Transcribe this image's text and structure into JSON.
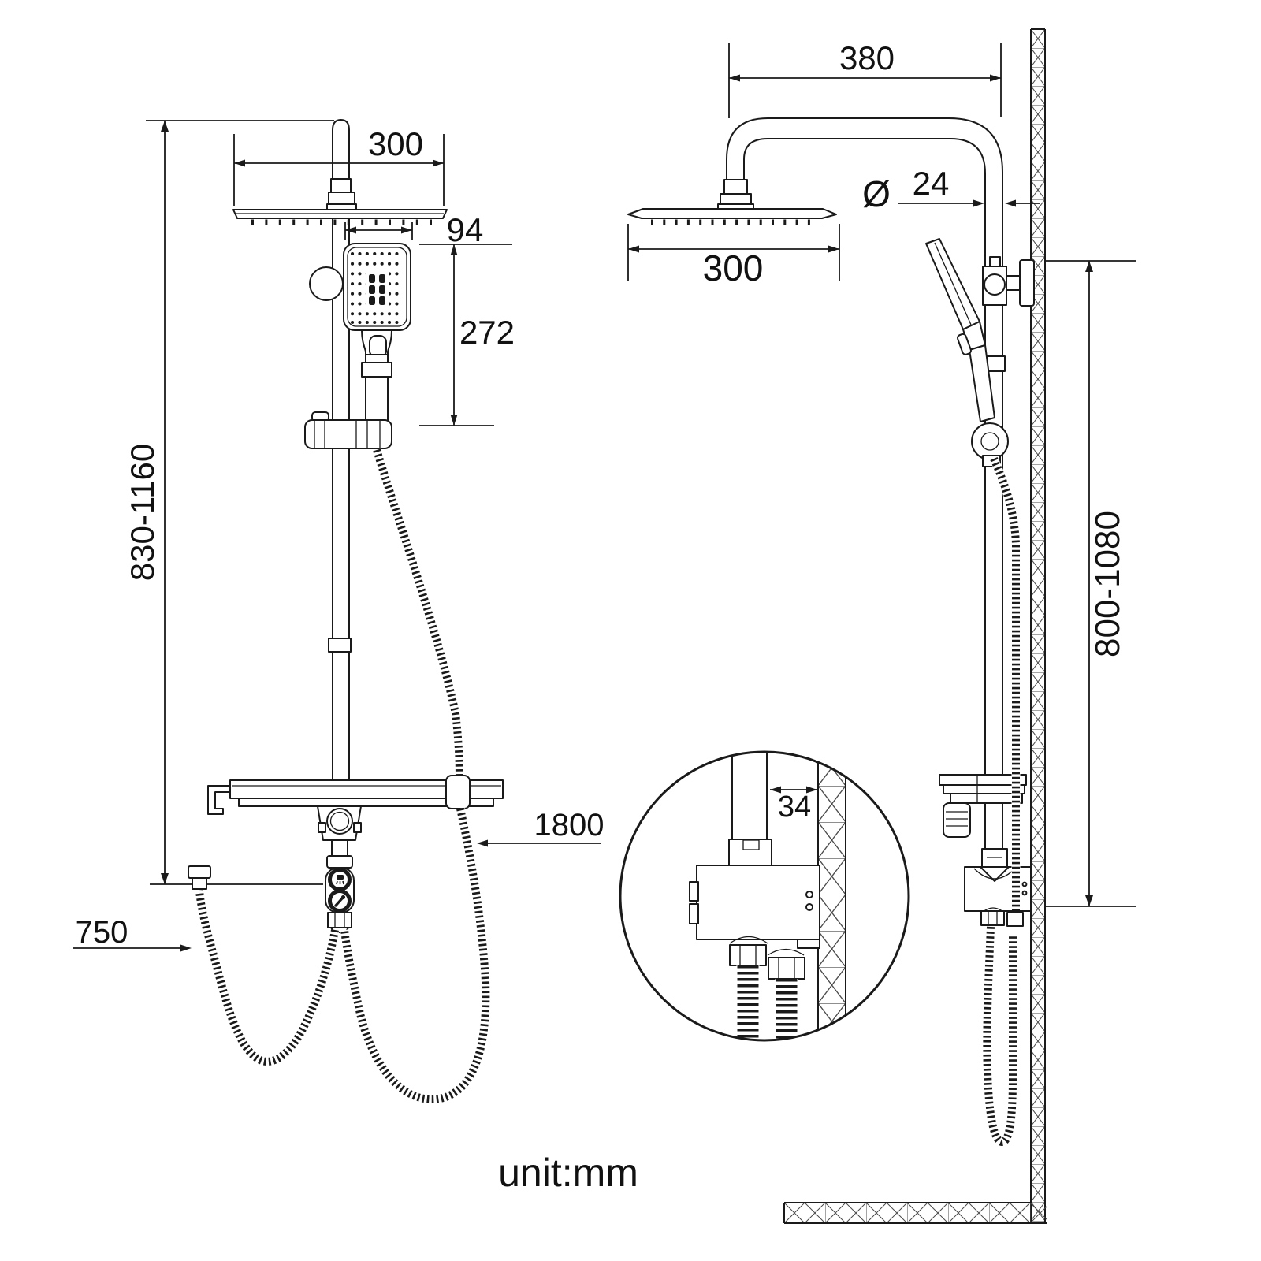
{
  "drawing": {
    "unit_note": "unit:mm",
    "front_view": {
      "rail_height_range": "830-1160",
      "rain_head_width": "300",
      "hand_shower_width": "94",
      "hand_shower_drop": "272",
      "inlet_hose_length": "750",
      "shower_hose_length": "1800",
      "valve_button_icons": [
        "overhead-spray-icon",
        "hand-shower-icon"
      ]
    },
    "side_view": {
      "arm_reach": "380",
      "diameter_symbol": "Ø",
      "pipe_diameter": "24",
      "rain_head_depth": "300",
      "mounting_height_range": "800-1080"
    },
    "detail_view": {
      "wall_clearance": "34"
    },
    "colors": {
      "line": "#1a1a1a",
      "background": "#ffffff"
    }
  }
}
